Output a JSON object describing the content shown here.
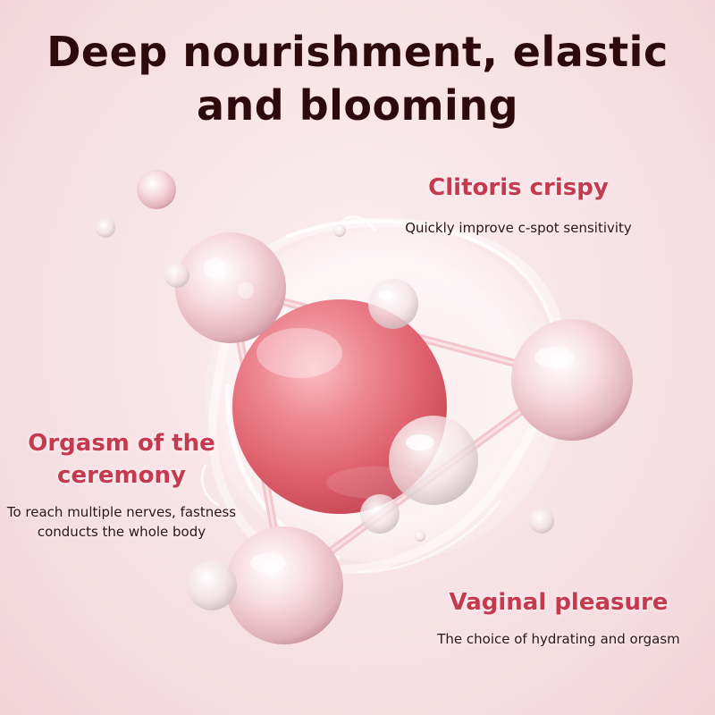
{
  "title": {
    "line1": "Deep nourishment, elastic",
    "line2": "and blooming"
  },
  "features": [
    {
      "heading": "Clitoris crispy",
      "description": "Quickly improve c-spot sensitivity"
    },
    {
      "heading": "Orgasm of the ceremony",
      "description": "To reach multiple nerves, fastness conducts the whole body"
    },
    {
      "heading": "Vaginal pleasure",
      "description": "The choice of hydrating and orgasm"
    }
  ],
  "colors": {
    "background": "#f7e2e5",
    "title": "#2c0a0d",
    "heading": "#c43a4f",
    "body_text": "#2a1416",
    "core_sphere": "#e7707c"
  },
  "illustration": "molecule-structure-with-water-splash"
}
